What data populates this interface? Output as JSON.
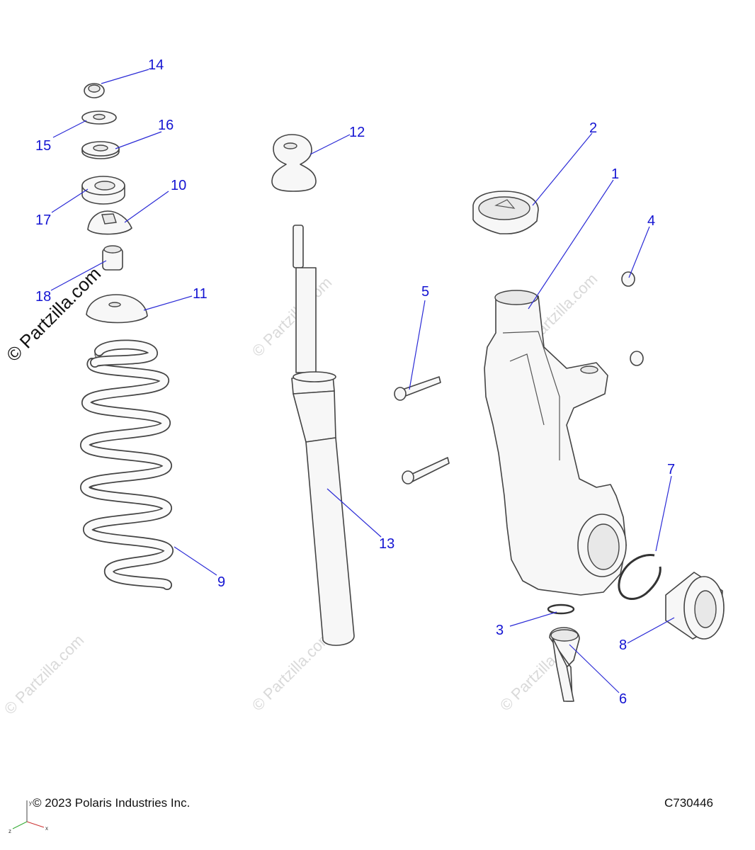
{
  "watermark": {
    "main": "© Partzilla.com",
    "faint": "© Partzilla.com"
  },
  "callouts": [
    "1",
    "2",
    "3",
    "4",
    "5",
    "6",
    "7",
    "8",
    "9",
    "10",
    "11",
    "12",
    "13",
    "14",
    "15",
    "16",
    "17",
    "18"
  ],
  "footer": {
    "copyright": "© 2023 Polaris Industries Inc.",
    "drawing_id": "C730446"
  },
  "axis": {
    "x": "x",
    "y": "y",
    "z": "z"
  },
  "colors": {
    "callout": "#1414d2",
    "line": "#444444"
  }
}
